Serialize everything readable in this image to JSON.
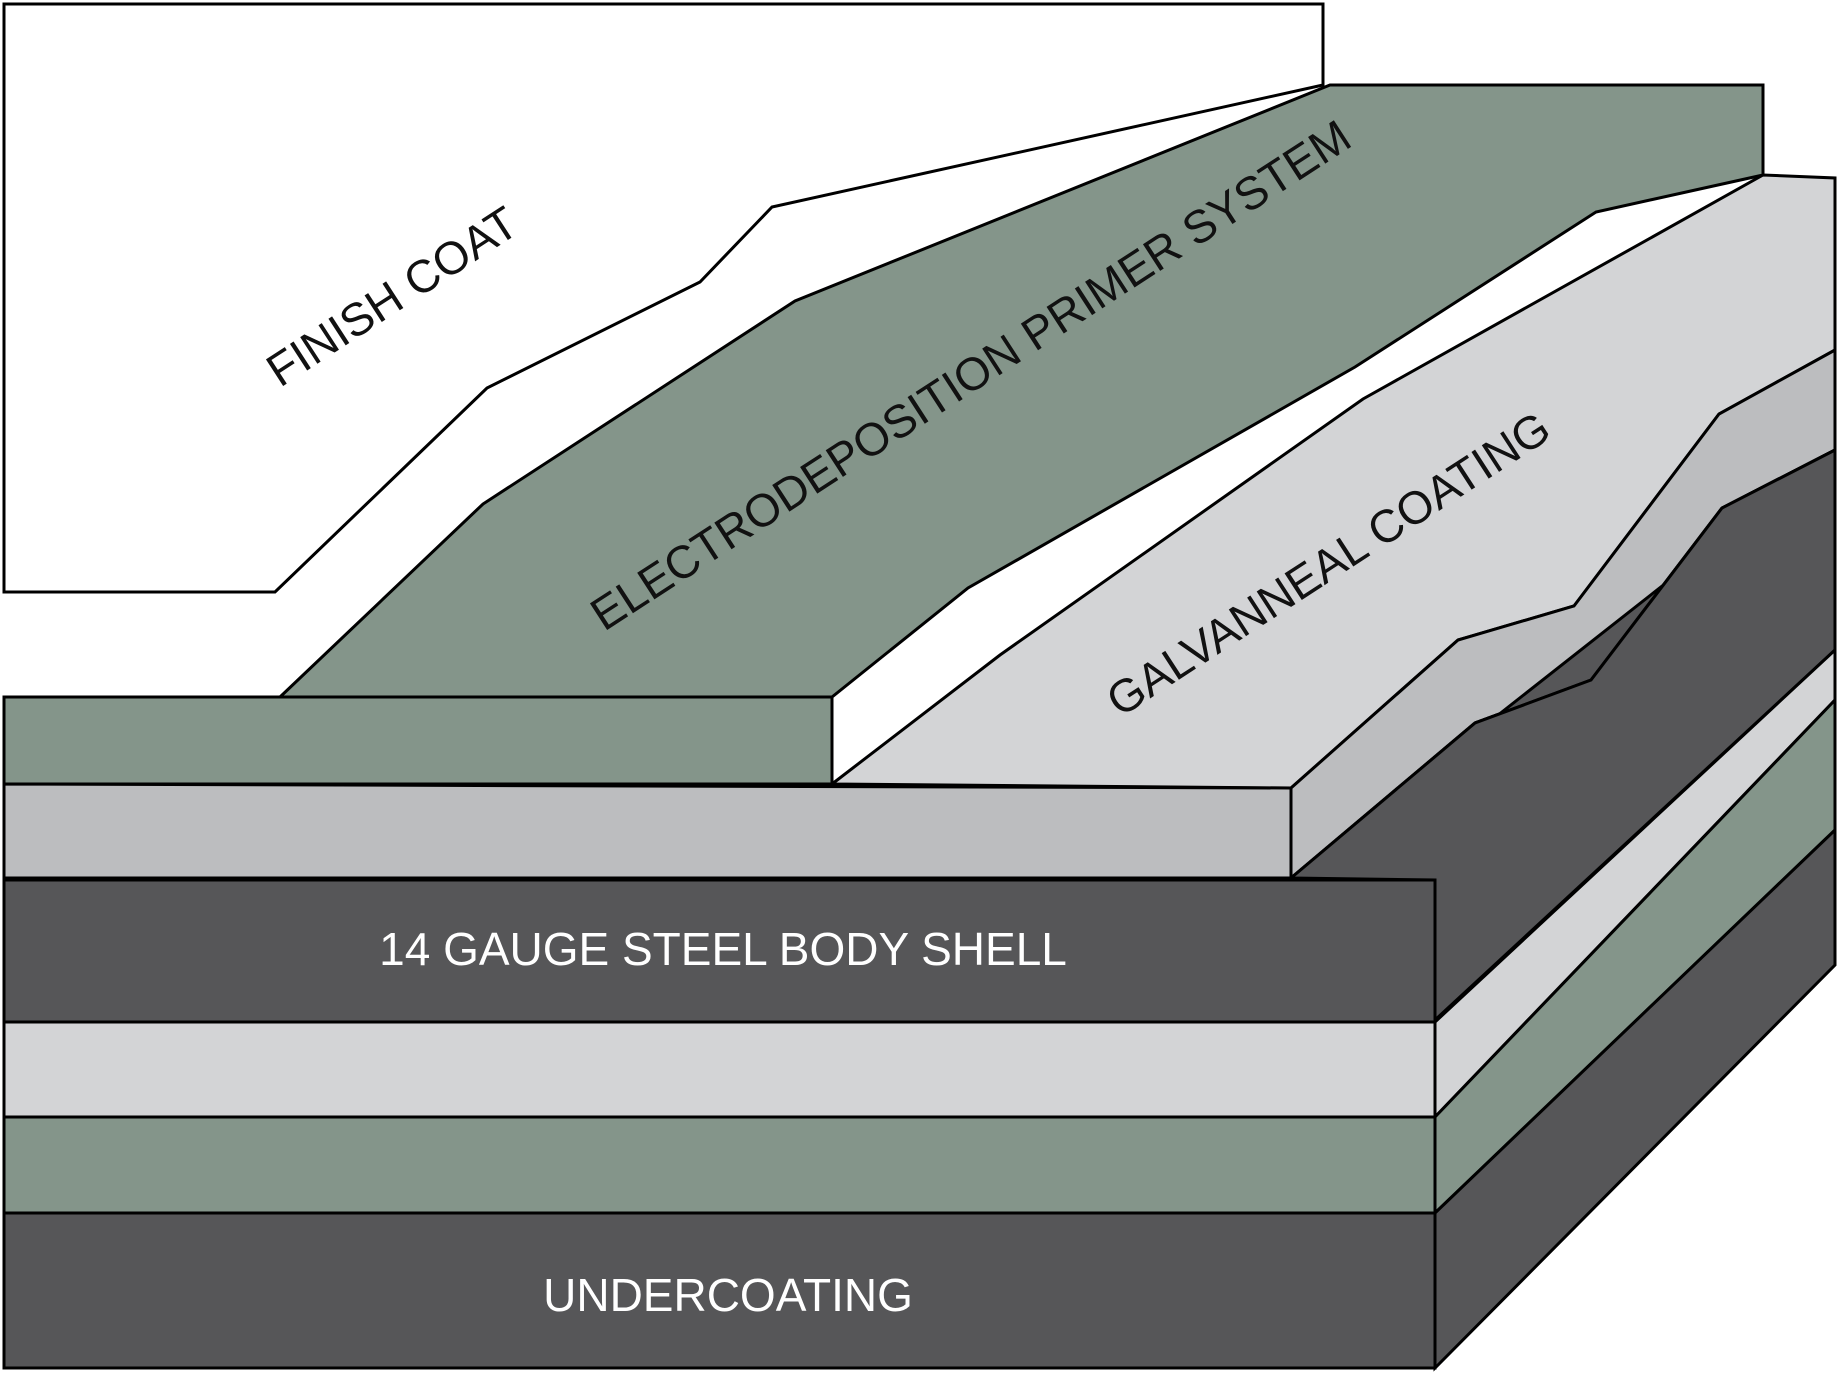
{
  "colors": {
    "finish": "#ffffff",
    "primer": "#84958a",
    "galvanneal_top": "#d3d4d6",
    "galvanneal_band": "#bcbdbf",
    "steel": "#565658",
    "lower_galvanneal": "#d3d4d6",
    "lower_primer": "#84958a",
    "undercoat": "#565658",
    "outline": "#000000"
  },
  "layers": {
    "finish_coat": "FINISH COAT",
    "primer": "ELECTRODEPOSITION PRIMER SYSTEM",
    "galvanneal": "GALVANNEAL COATING",
    "steel": "14 GAUGE STEEL BODY SHELL",
    "undercoating": "UNDERCOATING"
  }
}
